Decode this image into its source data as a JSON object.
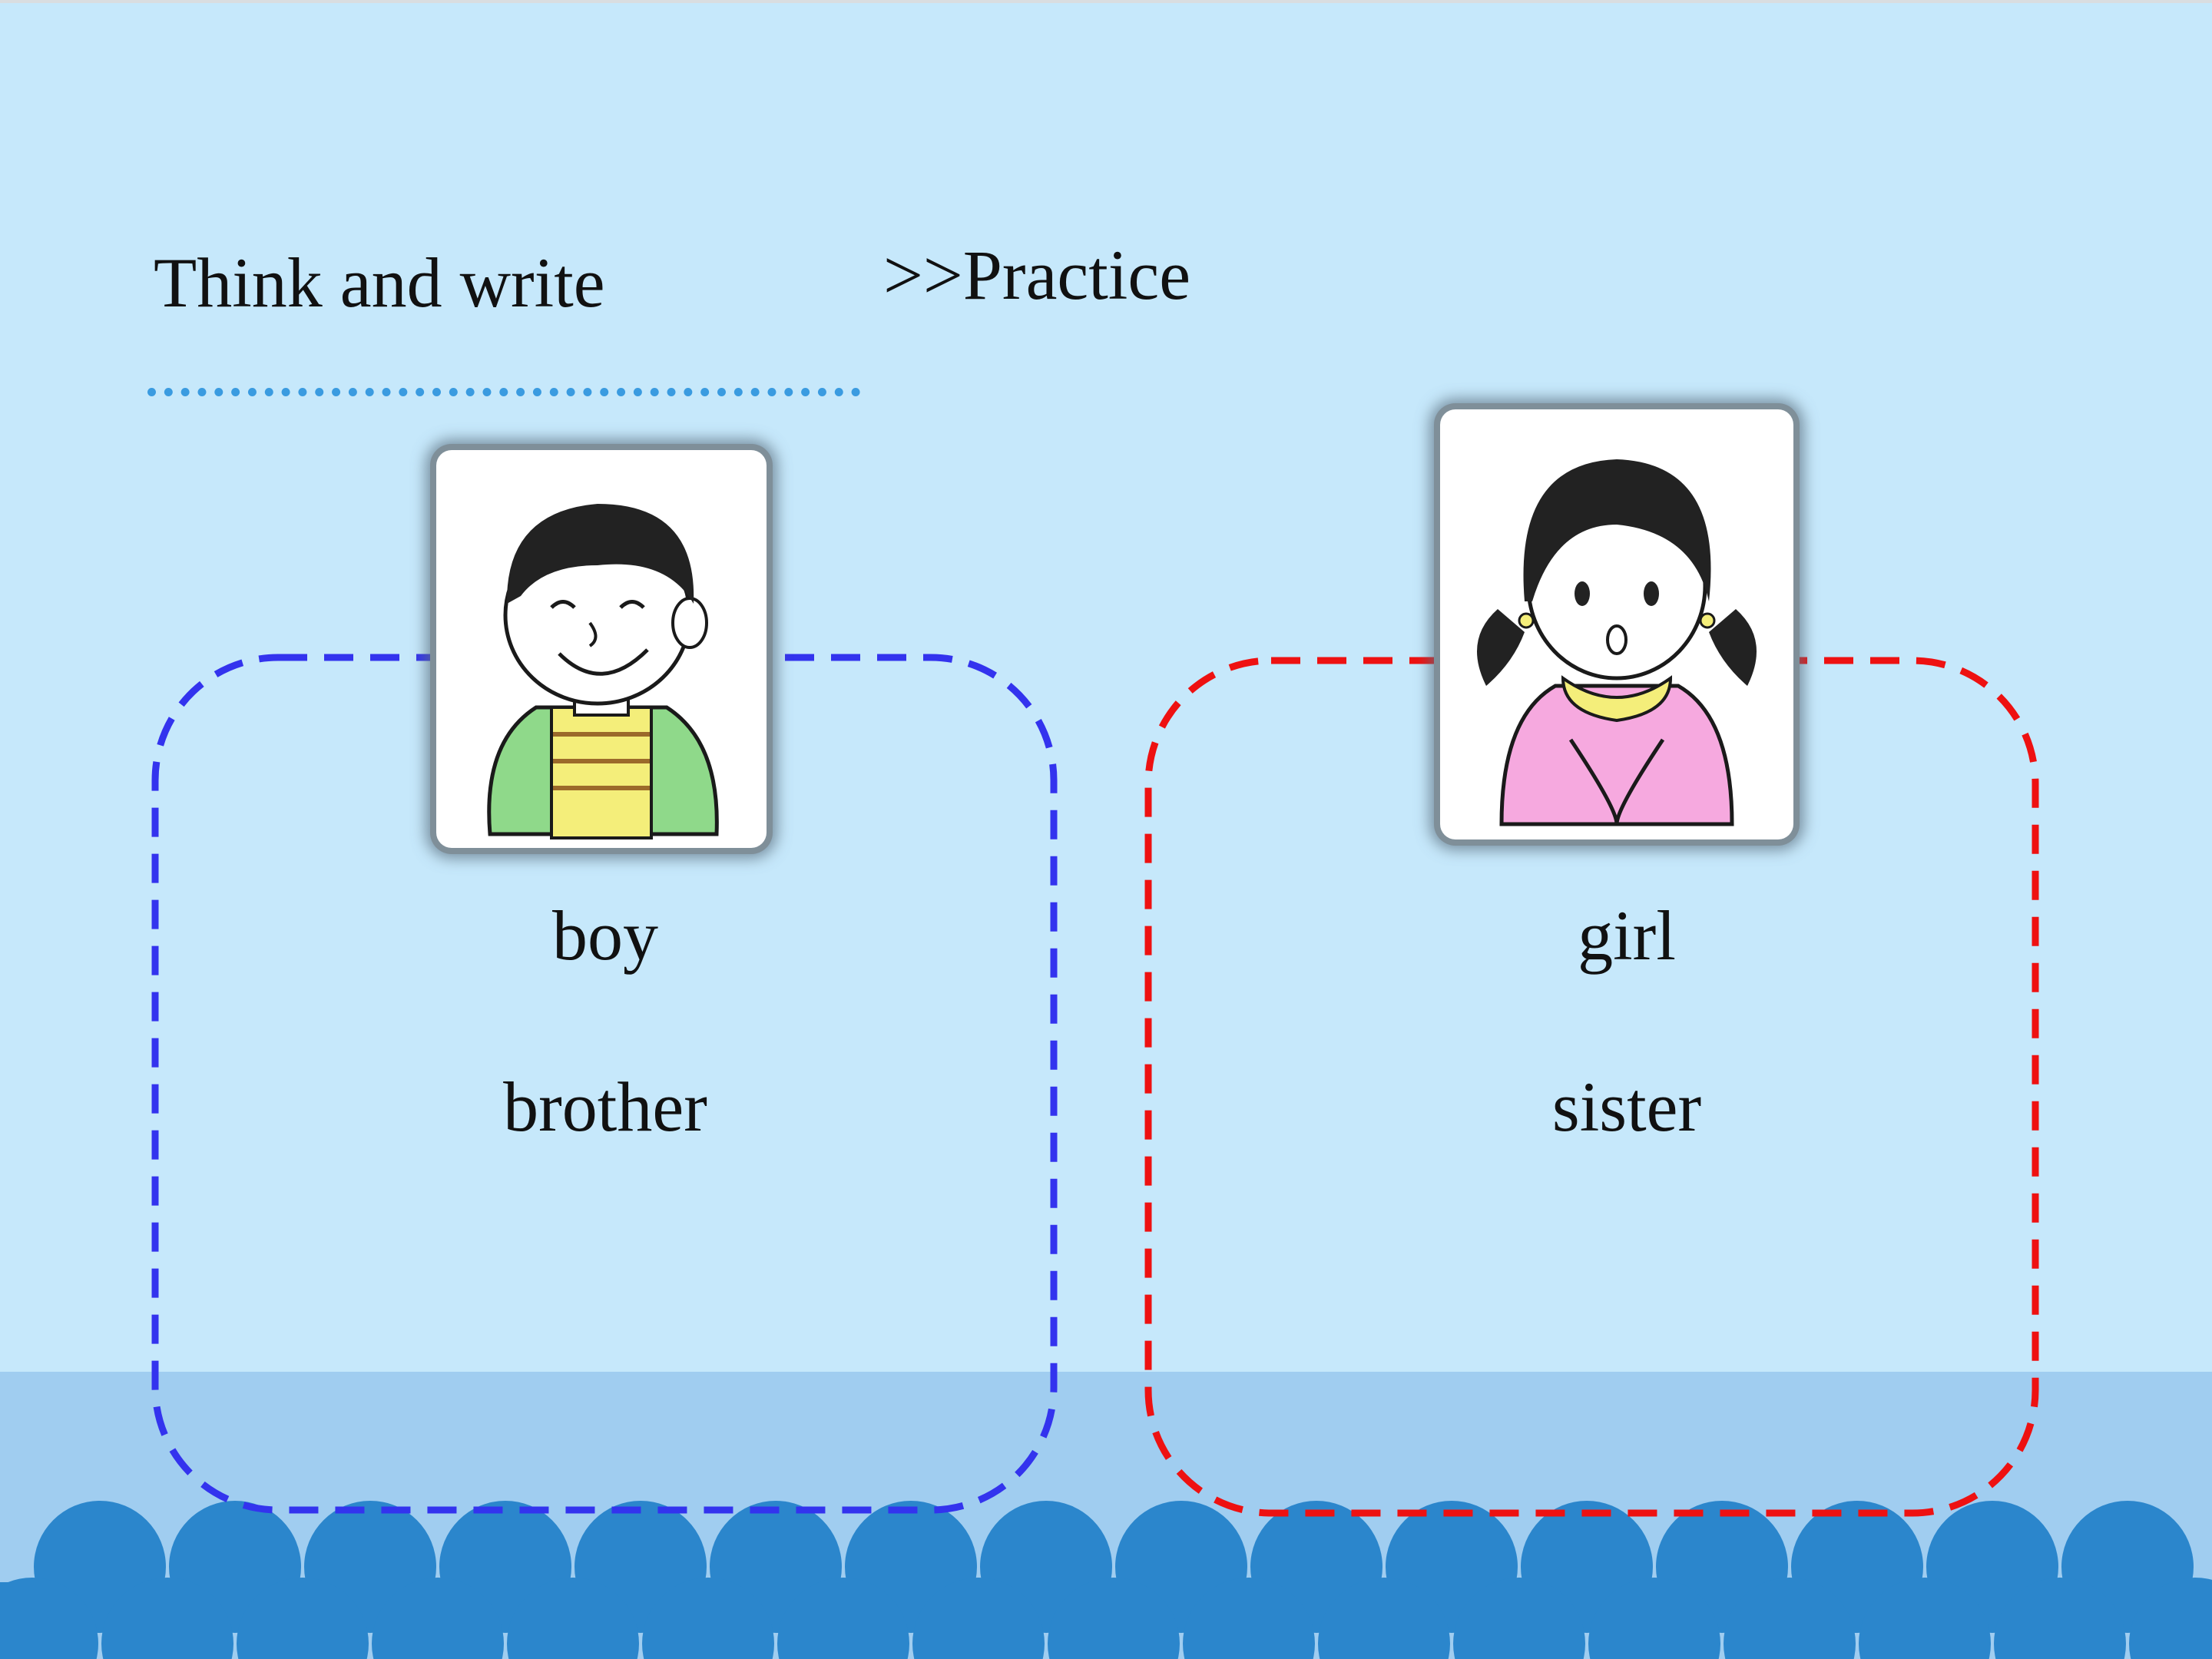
{
  "slide": {
    "title": "Think and write",
    "section": ">>Practice"
  },
  "boy_card": {
    "icon": "boy-illustration-icon",
    "color": "#3333ee",
    "words": [
      "boy",
      "brother"
    ]
  },
  "girl_card": {
    "icon": "girl-illustration-icon",
    "color": "#ee1111",
    "words": [
      "girl",
      "sister"
    ]
  },
  "colors": {
    "background": "#c6e8fb",
    "band": "#a0cdf0",
    "waves": "#2b86cc",
    "dotted_line": "#3a9be0"
  }
}
